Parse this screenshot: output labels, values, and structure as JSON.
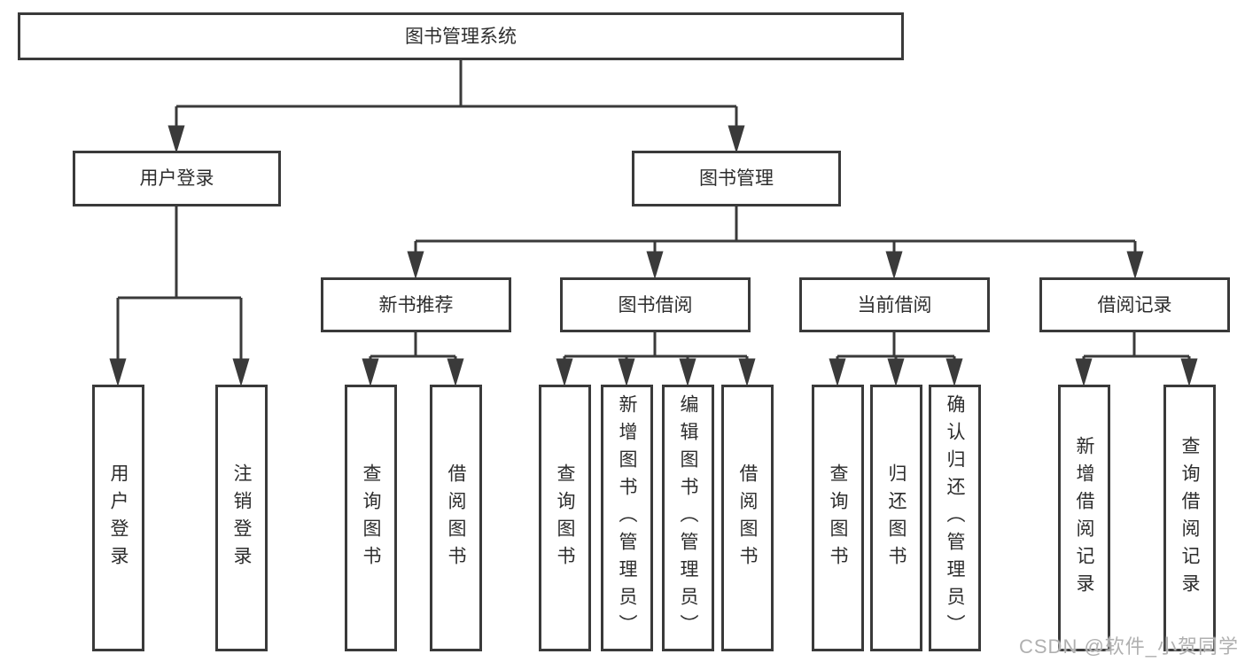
{
  "diagram": {
    "title": "图书管理系统",
    "level2": [
      {
        "id": "user-login",
        "label": "用户登录"
      },
      {
        "id": "book-management",
        "label": "图书管理"
      }
    ],
    "level3": [
      {
        "id": "new-book-recommend",
        "label": "新书推荐"
      },
      {
        "id": "book-borrow",
        "label": "图书借阅"
      },
      {
        "id": "current-borrow",
        "label": "当前借阅"
      },
      {
        "id": "borrow-record",
        "label": "借阅记录"
      }
    ],
    "level4": {
      "user_login": [
        "用户登录",
        "注销登录"
      ],
      "new_book_recommend": [
        "查询图书",
        "借阅图书"
      ],
      "book_borrow": [
        "查询图书",
        "新增图书（管理员）",
        "编辑图书（管理员）",
        "借阅图书"
      ],
      "current_borrow": [
        "查询图书",
        "归还图书",
        "确认归还（管理员）"
      ],
      "borrow_record": [
        "新增借阅记录",
        "查询借阅记录"
      ]
    },
    "watermark": "CSDN @软件_小贺同学",
    "colors": {
      "line": "#3a3a3a",
      "border": "#3a3a3a",
      "box_fill": "#ffffff",
      "text": "#2d2d2d",
      "watermark": "#b0b0b0",
      "background": "#ffffff"
    }
  }
}
